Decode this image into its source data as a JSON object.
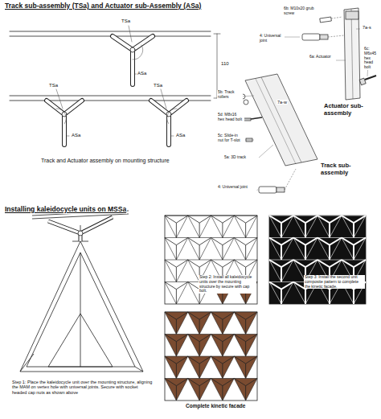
{
  "diagram": {
    "title": "Track sub-assembly (TSa) and Actuator sub-Assembly (ASa)",
    "labels": [
      "TSa",
      "ASa",
      "110",
      "TSa",
      "TSa",
      "ASa",
      "ASa",
      "Track and Actuator assembly on mounting structure",
      "6b: M10x20 grub screw",
      "4: Universal joint",
      "6a: Actuator",
      "7a-s",
      "6c: M6x45 hex head bolt",
      "Actuator sub-assembly",
      "7a-w",
      "5b: Track rollers",
      "5d: M8x16 hex head bolt",
      "5c: Slide-in nut for T-slot",
      "5a: 3D track",
      "4: Universal joint",
      "Track sub-assembly",
      "Installing kaleidocycle units on MSSa",
      "Step 1: Place the kaleidocycle unit over the mounting structure, aligning the MAM on vertex hole with universal joints. Secure with socket headed cap nuts as shown above",
      "Step 2: Install all kaleidocycle units over the mounting structure by secure with cap bolt.",
      "Step 3: Install the second unit composite pattern to complete the kinetic facade.",
      "Complete kinetic facade"
    ]
  }
}
